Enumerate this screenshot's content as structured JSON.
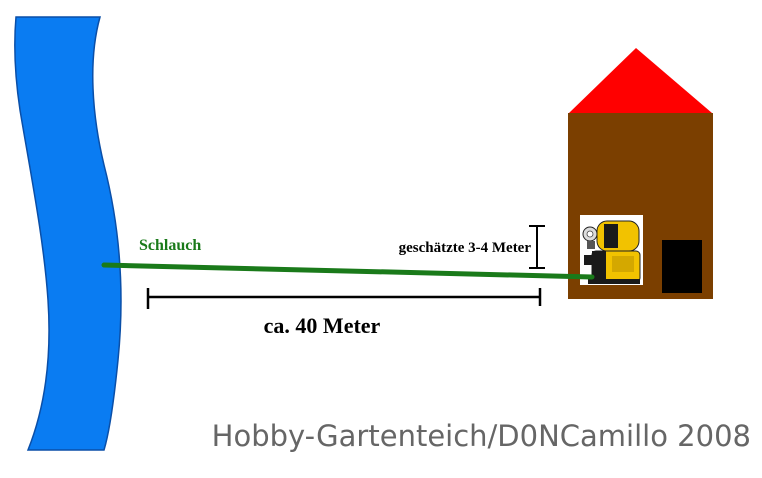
{
  "labels": {
    "hose": "Schlauch",
    "height_estimate": "geschätzte 3-4 Meter",
    "distance": "ca. 40 Meter",
    "credit": "Hobby-Gartenteich/D0NCamillo 2008"
  },
  "colors": {
    "pond": "#0a7cf2",
    "hose": "#1a7a1a",
    "house_wall": "#7b3f00",
    "roof": "#ff0000",
    "door": "#000000",
    "pump_body": "#f2c200",
    "credit_text": "#666666"
  },
  "icons": {
    "pump": "water-pump-icon"
  }
}
